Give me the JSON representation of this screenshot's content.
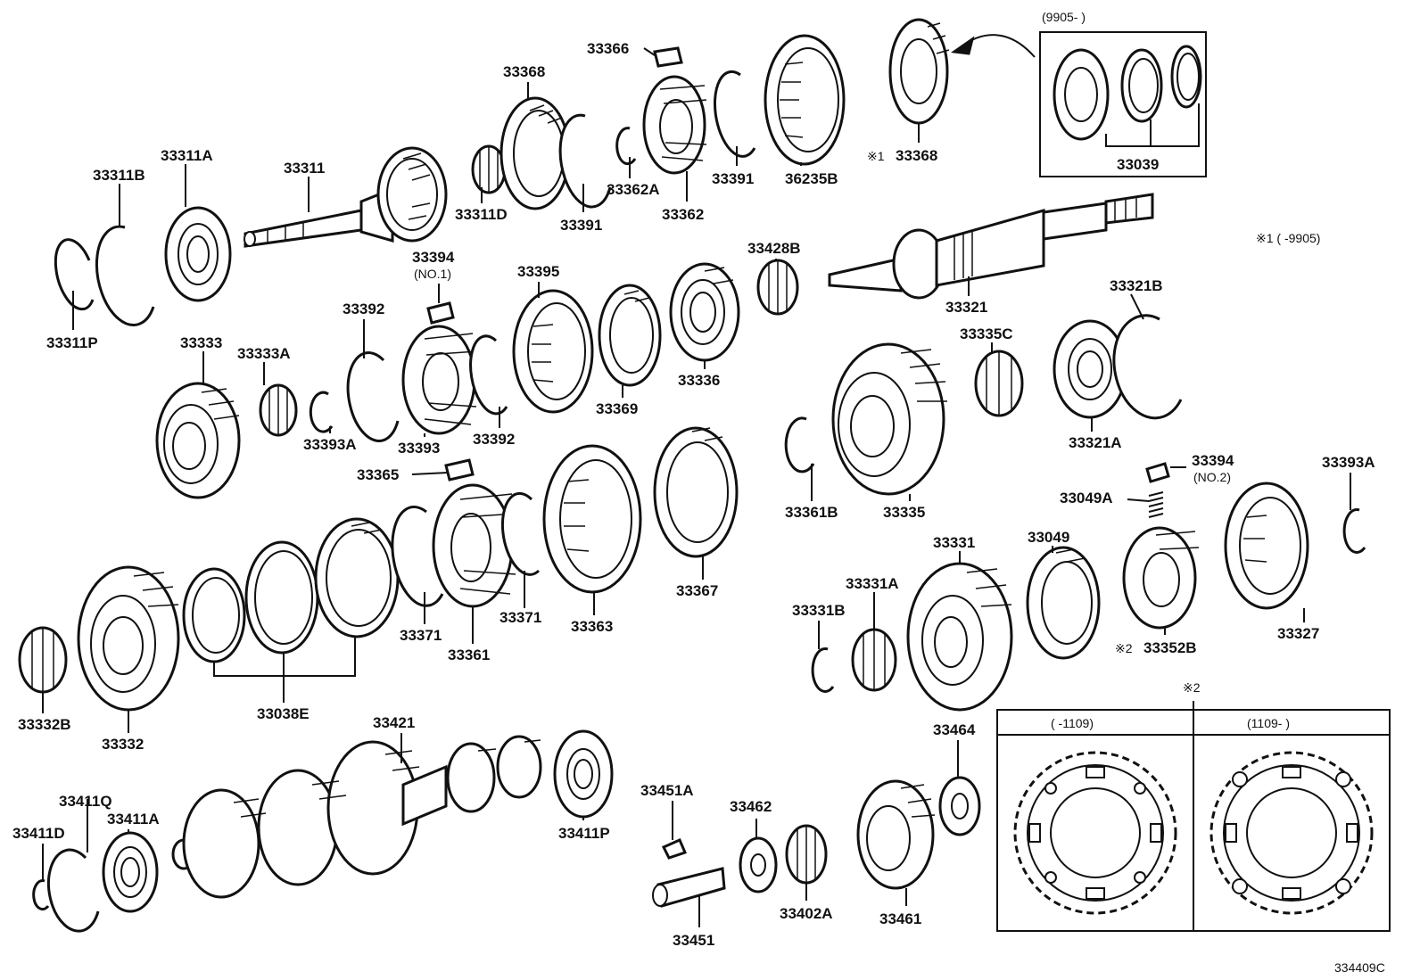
{
  "parts": [
    {
      "id": "33366",
      "text": "33366"
    },
    {
      "id": "33368-top",
      "text": "33368"
    },
    {
      "id": "33311A",
      "text": "33311A"
    },
    {
      "id": "33311B",
      "text": "33311B"
    },
    {
      "id": "33311",
      "text": "33311"
    },
    {
      "id": "33311D",
      "text": "33311D"
    },
    {
      "id": "33391-a",
      "text": "33391"
    },
    {
      "id": "33362A",
      "text": "33362A"
    },
    {
      "id": "33362",
      "text": "33362"
    },
    {
      "id": "33391-b",
      "text": "33391"
    },
    {
      "id": "36235B",
      "text": "36235B"
    },
    {
      "id": "33368-x1",
      "text": "33368"
    },
    {
      "id": "33039",
      "text": "33039"
    },
    {
      "id": "33311P",
      "text": "33311P"
    },
    {
      "id": "33394-1",
      "text": "33394"
    },
    {
      "id": "33395",
      "text": "33395"
    },
    {
      "id": "33428B",
      "text": "33428B"
    },
    {
      "id": "33321",
      "text": "33321"
    },
    {
      "id": "33321B",
      "text": "33321B"
    },
    {
      "id": "33392-a",
      "text": "33392"
    },
    {
      "id": "33333",
      "text": "33333"
    },
    {
      "id": "33333A",
      "text": "33333A"
    },
    {
      "id": "33335C",
      "text": "33335C"
    },
    {
      "id": "33336",
      "text": "33336"
    },
    {
      "id": "33369",
      "text": "33369"
    },
    {
      "id": "33393A-a",
      "text": "33393A"
    },
    {
      "id": "33393",
      "text": "33393"
    },
    {
      "id": "33392-b",
      "text": "33392"
    },
    {
      "id": "33321A",
      "text": "33321A"
    },
    {
      "id": "33365",
      "text": "33365"
    },
    {
      "id": "33394-2",
      "text": "33394"
    },
    {
      "id": "33393A-b",
      "text": "33393A"
    },
    {
      "id": "33049A",
      "text": "33049A"
    },
    {
      "id": "33361B",
      "text": "33361B"
    },
    {
      "id": "33335",
      "text": "33335"
    },
    {
      "id": "33331",
      "text": "33331"
    },
    {
      "id": "33049",
      "text": "33049"
    },
    {
      "id": "33367",
      "text": "33367"
    },
    {
      "id": "33331A",
      "text": "33331A"
    },
    {
      "id": "33331B",
      "text": "33331B"
    },
    {
      "id": "33371-a",
      "text": "33371"
    },
    {
      "id": "33371-b",
      "text": "33371"
    },
    {
      "id": "33363",
      "text": "33363"
    },
    {
      "id": "33361",
      "text": "33361"
    },
    {
      "id": "33352B",
      "text": "33352B"
    },
    {
      "id": "33327",
      "text": "33327"
    },
    {
      "id": "33332B",
      "text": "33332B"
    },
    {
      "id": "33332",
      "text": "33332"
    },
    {
      "id": "33038E",
      "text": "33038E"
    },
    {
      "id": "33421",
      "text": "33421"
    },
    {
      "id": "33464",
      "text": "33464"
    },
    {
      "id": "33451A",
      "text": "33451A"
    },
    {
      "id": "33462",
      "text": "33462"
    },
    {
      "id": "33411Q",
      "text": "33411Q"
    },
    {
      "id": "33411A",
      "text": "33411A"
    },
    {
      "id": "33411D",
      "text": "33411D"
    },
    {
      "id": "33411P",
      "text": "33411P"
    },
    {
      "id": "33402A",
      "text": "33402A"
    },
    {
      "id": "33461",
      "text": "33461"
    },
    {
      "id": "33451",
      "text": "33451"
    }
  ],
  "notes": {
    "no1": "(NO.1)",
    "no2": "(NO.2)",
    "inset_top_period": "(9905-      )",
    "ref_x1_mark": "※1",
    "ref_x1_text": "※1 (       -9905)",
    "ref_x2_mark": "※2",
    "ref_x2_main": "※2",
    "inset_bottom_left_period": "(       -1109)",
    "inset_bottom_right_period": "(1109-       )",
    "figure_code": "334409C"
  }
}
